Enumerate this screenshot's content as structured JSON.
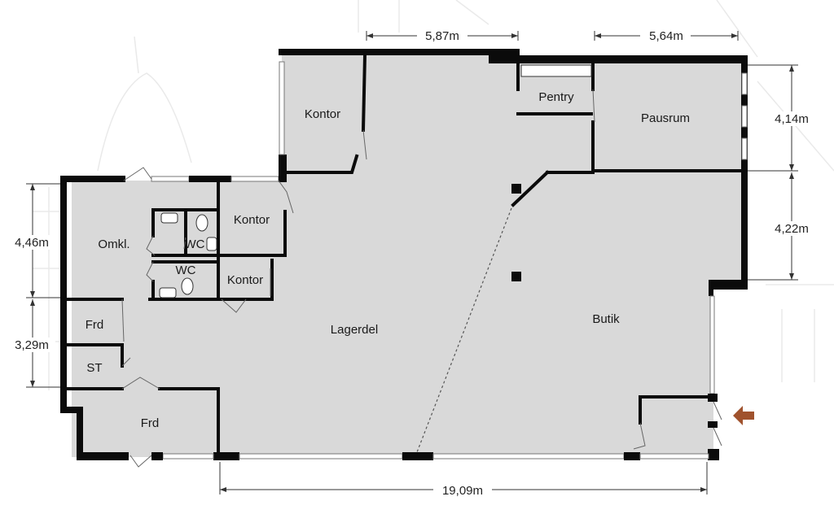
{
  "rooms": {
    "kontor_top": "Kontor",
    "pentry": "Pentry",
    "pausrum": "Pausrum",
    "omkl": "Omkl.",
    "wc1": "WC",
    "wc2": "WC",
    "kontor_mid": "Kontor",
    "kontor_small": "Kontor",
    "frd1": "Frd",
    "st": "ST",
    "frd2": "Frd",
    "lagerdel": "Lagerdel",
    "butik": "Butik"
  },
  "dimensions": {
    "top_left": "5,87m",
    "top_right": "5,64m",
    "right_upper": "4,14m",
    "right_lower": "4,22m",
    "left_upper": "4,46m",
    "left_lower": "3,29m",
    "bottom": "19,09m"
  },
  "colors": {
    "floor": "#d9d9d9",
    "wall": "#0b0b0b",
    "entrance_arrow": "#a0522d"
  },
  "icons": {
    "entrance": "entrance-arrow-icon"
  }
}
